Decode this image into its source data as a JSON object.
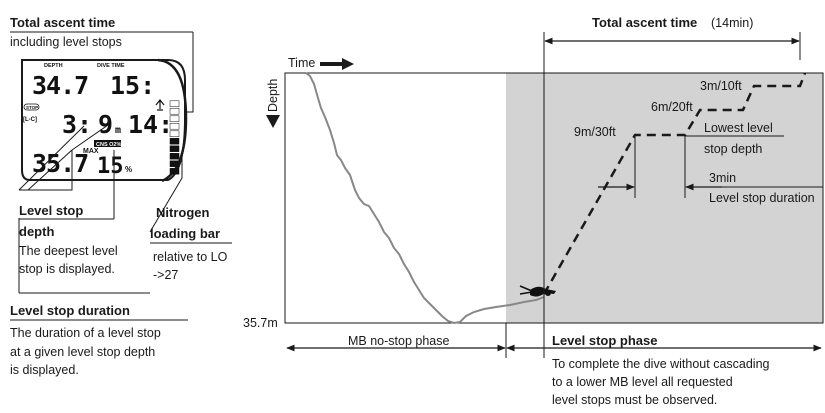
{
  "left": {
    "total_ascent_title": "Total ascent time",
    "total_ascent_sub": "including level stops",
    "level_stop_depth_title_1": "Level stop",
    "level_stop_depth_title_2": "depth",
    "level_stop_depth_desc_1": "The deepest level",
    "level_stop_depth_desc_2": "stop is displayed.",
    "nitrogen_title_1": "Nitrogen",
    "nitrogen_title_2": "loading bar",
    "nitrogen_desc_1": "relative to LO",
    "nitrogen_desc_2": "->27",
    "level_stop_duration_title": "Level stop duration",
    "level_stop_duration_desc_1": "The duration of a level stop",
    "level_stop_duration_desc_2": "at a given level stop depth",
    "level_stop_duration_desc_3": "is displayed."
  },
  "display": {
    "depth_label": "DEPTH",
    "dive_time_label": "DIVE TIME",
    "depth_value": "34.7",
    "dive_time_value": "15:",
    "stop_badge": "STOP",
    "lc_badge": "[L-C]",
    "stop_time_value": "3:",
    "stop_depth_value": "9",
    "stop_depth_unit": "m",
    "ascent_value": "14:",
    "max_depth_value": "35.7",
    "max_label": "MAX",
    "cns_label": "CNS O2%",
    "cns_value": "15",
    "percent": "%",
    "nitrogen_bar_level": 0.5
  },
  "chart": {
    "time_label": "Time",
    "depth_label": "Depth",
    "max_depth_label": "35.7m",
    "total_ascent_bold": "Total ascent time",
    "total_ascent_min": "(14min)",
    "stop_3m": "3m/10ft",
    "stop_6m": "6m/20ft",
    "stop_9m": "9m/30ft",
    "lowest_level_1": "Lowest level",
    "lowest_level_2": "stop depth",
    "duration_value": "3min",
    "duration_label": "Level stop duration",
    "mb_no_stop_phase": "MB no-stop phase",
    "level_stop_phase": "Level stop phase",
    "level_stop_desc_1": "To complete the dive without cascading",
    "level_stop_desc_2": "to a lower MB level all requested",
    "level_stop_desc_3": "level stops must be observed."
  }
}
